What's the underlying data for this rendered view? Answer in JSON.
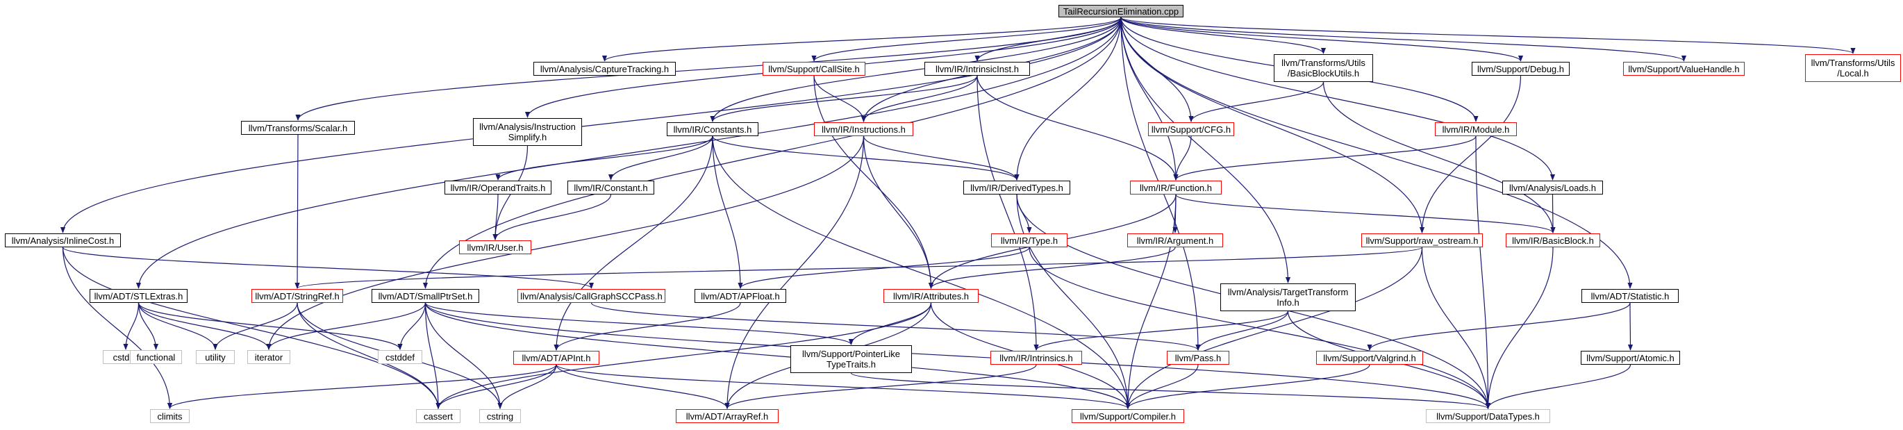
{
  "colors": {
    "edge": "#191970",
    "red_border": "#ff0000",
    "gray_border": "#bfbfbf",
    "root_fill": "#bfbfbf"
  },
  "nodes": {
    "root": {
      "label": "TailRecursionElimination.cpp",
      "style": "root"
    },
    "capture": {
      "label": "llvm/Analysis/CaptureTracking.h",
      "style": "black"
    },
    "callsite": {
      "label": "llvm/Support/CallSite.h",
      "style": "red"
    },
    "intrinsicinst": {
      "label": "llvm/IR/IntrinsicInst.h",
      "style": "black"
    },
    "bbutils": {
      "label": "llvm/Transforms/Utils\n/BasicBlockUtils.h",
      "style": "black"
    },
    "debug": {
      "label": "llvm/Support/Debug.h",
      "style": "black"
    },
    "valuehandle": {
      "label": "llvm/Support/ValueHandle.h",
      "style": "red"
    },
    "tulocal": {
      "label": "llvm/Transforms/Utils\n/Local.h",
      "style": "red"
    },
    "scalar": {
      "label": "llvm/Transforms/Scalar.h",
      "style": "black"
    },
    "instsimplify": {
      "label": "llvm/Analysis/Instruction\nSimplify.h",
      "style": "black"
    },
    "constants": {
      "label": "llvm/IR/Constants.h",
      "style": "black"
    },
    "instructions": {
      "label": "llvm/IR/Instructions.h",
      "style": "red"
    },
    "cfg": {
      "label": "llvm/Support/CFG.h",
      "style": "red"
    },
    "module": {
      "label": "llvm/IR/Module.h",
      "style": "red"
    },
    "operandtraits": {
      "label": "llvm/IR/OperandTraits.h",
      "style": "black"
    },
    "constant": {
      "label": "llvm/IR/Constant.h",
      "style": "black"
    },
    "derivedtypes": {
      "label": "llvm/IR/DerivedTypes.h",
      "style": "black"
    },
    "function": {
      "label": "llvm/IR/Function.h",
      "style": "red"
    },
    "loads": {
      "label": "llvm/Analysis/Loads.h",
      "style": "black"
    },
    "user": {
      "label": "llvm/IR/User.h",
      "style": "red"
    },
    "inlinecost": {
      "label": "llvm/Analysis/InlineCost.h",
      "style": "black"
    },
    "type": {
      "label": "llvm/IR/Type.h",
      "style": "red"
    },
    "argument": {
      "label": "llvm/IR/Argument.h",
      "style": "red"
    },
    "rawostream": {
      "label": "llvm/Support/raw_ostream.h",
      "style": "red"
    },
    "basicblock": {
      "label": "llvm/IR/BasicBlock.h",
      "style": "red"
    },
    "stlextras": {
      "label": "llvm/ADT/STLExtras.h",
      "style": "black"
    },
    "stringref": {
      "label": "llvm/ADT/StringRef.h",
      "style": "red"
    },
    "smallptrset": {
      "label": "llvm/ADT/SmallPtrSet.h",
      "style": "black"
    },
    "callgraphscc": {
      "label": "llvm/Analysis/CallGraphSCCPass.h",
      "style": "red"
    },
    "apfloat": {
      "label": "llvm/ADT/APFloat.h",
      "style": "black"
    },
    "attributes": {
      "label": "llvm/IR/Attributes.h",
      "style": "red"
    },
    "tti": {
      "label": "llvm/Analysis/TargetTransform\nInfo.h",
      "style": "black"
    },
    "statistic": {
      "label": "llvm/ADT/Statistic.h",
      "style": "black"
    },
    "cstdlib": {
      "label": "cstdlib",
      "style": "gray"
    },
    "functional": {
      "label": "functional",
      "style": "gray"
    },
    "utility": {
      "label": "utility",
      "style": "gray"
    },
    "iterator": {
      "label": "iterator",
      "style": "gray"
    },
    "cstddef": {
      "label": "cstddef",
      "style": "gray"
    },
    "apint": {
      "label": "llvm/ADT/APInt.h",
      "style": "red"
    },
    "pointerlike": {
      "label": "llvm/Support/PointerLike\nTypeTraits.h",
      "style": "black"
    },
    "intrinsics": {
      "label": "llvm/IR/Intrinsics.h",
      "style": "red"
    },
    "pass": {
      "label": "llvm/Pass.h",
      "style": "red"
    },
    "valgrind": {
      "label": "llvm/Support/Valgrind.h",
      "style": "red"
    },
    "atomic": {
      "label": "llvm/Support/Atomic.h",
      "style": "black"
    },
    "climits": {
      "label": "climits",
      "style": "gray"
    },
    "cassert": {
      "label": "cassert",
      "style": "gray"
    },
    "cstring": {
      "label": "cstring",
      "style": "gray"
    },
    "arrayref": {
      "label": "llvm/ADT/ArrayRef.h",
      "style": "red"
    },
    "compiler": {
      "label": "llvm/Support/Compiler.h",
      "style": "red"
    },
    "datatypes": {
      "label": "llvm/Support/DataTypes.h",
      "style": "gray"
    }
  },
  "edges": [
    [
      "root",
      "capture"
    ],
    [
      "root",
      "callsite"
    ],
    [
      "root",
      "intrinsicinst"
    ],
    [
      "root",
      "bbutils"
    ],
    [
      "root",
      "debug"
    ],
    [
      "root",
      "valuehandle"
    ],
    [
      "root",
      "tulocal"
    ],
    [
      "root",
      "scalar"
    ],
    [
      "root",
      "instsimplify"
    ],
    [
      "root",
      "constants"
    ],
    [
      "root",
      "instructions"
    ],
    [
      "root",
      "cfg"
    ],
    [
      "root",
      "module"
    ],
    [
      "root",
      "derivedtypes"
    ],
    [
      "root",
      "function"
    ],
    [
      "root",
      "loads"
    ],
    [
      "root",
      "inlinecost"
    ],
    [
      "root",
      "rawostream"
    ],
    [
      "root",
      "stlextras"
    ],
    [
      "root",
      "smallptrset"
    ],
    [
      "root",
      "tti"
    ],
    [
      "root",
      "statistic"
    ],
    [
      "root",
      "pass"
    ],
    [
      "callsite",
      "instructions"
    ],
    [
      "callsite",
      "attributes"
    ],
    [
      "intrinsicinst",
      "constants"
    ],
    [
      "intrinsicinst",
      "instructions"
    ],
    [
      "intrinsicinst",
      "function"
    ],
    [
      "intrinsicinst",
      "intrinsics"
    ],
    [
      "bbutils",
      "cfg"
    ],
    [
      "bbutils",
      "basicblock"
    ],
    [
      "debug",
      "rawostream"
    ],
    [
      "scalar",
      "stringref"
    ],
    [
      "instsimplify",
      "user"
    ],
    [
      "constants",
      "operandtraits"
    ],
    [
      "constants",
      "constant"
    ],
    [
      "constants",
      "derivedtypes"
    ],
    [
      "constants",
      "apfloat"
    ],
    [
      "constants",
      "apint"
    ],
    [
      "constants",
      "compiler"
    ],
    [
      "instructions",
      "derivedtypes"
    ],
    [
      "instructions",
      "attributes"
    ],
    [
      "instructions",
      "arrayref"
    ],
    [
      "instructions",
      "iterator"
    ],
    [
      "cfg",
      "function"
    ],
    [
      "module",
      "function"
    ],
    [
      "module",
      "datatypes"
    ],
    [
      "operandtraits",
      "user"
    ],
    [
      "constant",
      "user"
    ],
    [
      "derivedtypes",
      "type"
    ],
    [
      "derivedtypes",
      "compiler"
    ],
    [
      "derivedtypes",
      "datatypes"
    ],
    [
      "function",
      "argument"
    ],
    [
      "function",
      "basicblock"
    ],
    [
      "function",
      "attributes"
    ],
    [
      "function",
      "compiler"
    ],
    [
      "loads",
      "basicblock"
    ],
    [
      "inlinecost",
      "callgraphscc"
    ],
    [
      "inlinecost",
      "climits"
    ],
    [
      "inlinecost",
      "cassert"
    ],
    [
      "type",
      "apfloat"
    ],
    [
      "type",
      "datatypes"
    ],
    [
      "argument",
      "attributes"
    ],
    [
      "rawostream",
      "stringref"
    ],
    [
      "rawostream",
      "compiler"
    ],
    [
      "rawostream",
      "datatypes"
    ],
    [
      "basicblock",
      "datatypes"
    ],
    [
      "stlextras",
      "cstdlib"
    ],
    [
      "stlextras",
      "functional"
    ],
    [
      "stlextras",
      "utility"
    ],
    [
      "stlextras",
      "iterator"
    ],
    [
      "stlextras",
      "cstddef"
    ],
    [
      "stringref",
      "utility"
    ],
    [
      "stringref",
      "cassert"
    ],
    [
      "stringref",
      "cstring"
    ],
    [
      "smallptrset",
      "iterator"
    ],
    [
      "smallptrset",
      "cstddef"
    ],
    [
      "smallptrset",
      "cassert"
    ],
    [
      "smallptrset",
      "cstring"
    ],
    [
      "smallptrset",
      "pointerlike"
    ],
    [
      "smallptrset",
      "compiler"
    ],
    [
      "smallptrset",
      "datatypes"
    ],
    [
      "callgraphscc",
      "pass"
    ],
    [
      "apfloat",
      "apint"
    ],
    [
      "attributes",
      "pointerlike"
    ],
    [
      "attributes",
      "cassert"
    ],
    [
      "attributes",
      "arrayref"
    ],
    [
      "attributes",
      "compiler"
    ],
    [
      "tti",
      "intrinsics"
    ],
    [
      "tti",
      "pass"
    ],
    [
      "tti",
      "datatypes"
    ],
    [
      "statistic",
      "valgrind"
    ],
    [
      "statistic",
      "atomic"
    ],
    [
      "apint",
      "climits"
    ],
    [
      "apint",
      "cassert"
    ],
    [
      "apint",
      "cstring"
    ],
    [
      "apint",
      "arrayref"
    ],
    [
      "apint",
      "compiler"
    ],
    [
      "pointerlike",
      "datatypes"
    ],
    [
      "intrinsics",
      "arrayref"
    ],
    [
      "pass",
      "compiler"
    ],
    [
      "valgrind",
      "compiler"
    ],
    [
      "atomic",
      "datatypes"
    ]
  ]
}
